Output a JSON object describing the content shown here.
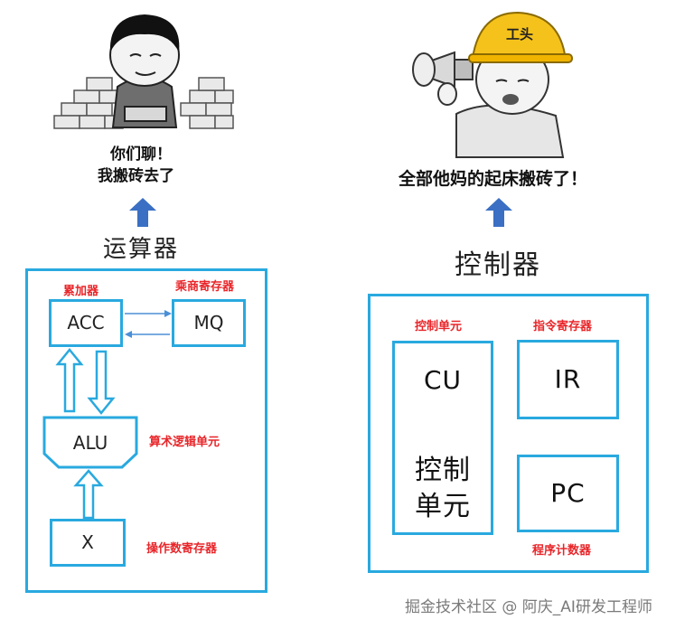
{
  "left_meme": {
    "caption_line1": "你们聊！",
    "caption_line2": "我搬砖去了"
  },
  "right_meme": {
    "helmet_text": "工头",
    "caption": "全部他妈的起床搬砖了！"
  },
  "alu_section": {
    "title": "运算器",
    "acc": {
      "tag": "累加器",
      "text": "ACC"
    },
    "mq": {
      "tag": "乘商寄存器",
      "text": "MQ"
    },
    "alu": {
      "tag": "算术逻辑单元",
      "text": "ALU"
    },
    "x": {
      "tag": "操作数寄存器",
      "text": "X"
    }
  },
  "cu_section": {
    "title": "控制器",
    "cu": {
      "tag": "控制单元",
      "text": "CU",
      "sub1": "控制",
      "sub2": "单元"
    },
    "ir": {
      "tag": "指令寄存器",
      "text": "IR"
    },
    "pc": {
      "tag": "程序计数器",
      "text": "PC"
    }
  },
  "colors": {
    "box_border": "#29a9df",
    "arrow_blue": "#3a6fc4",
    "label_red": "#e8262a"
  },
  "watermark": "掘金技术社区 @ 阿庆_AI研发工程师"
}
